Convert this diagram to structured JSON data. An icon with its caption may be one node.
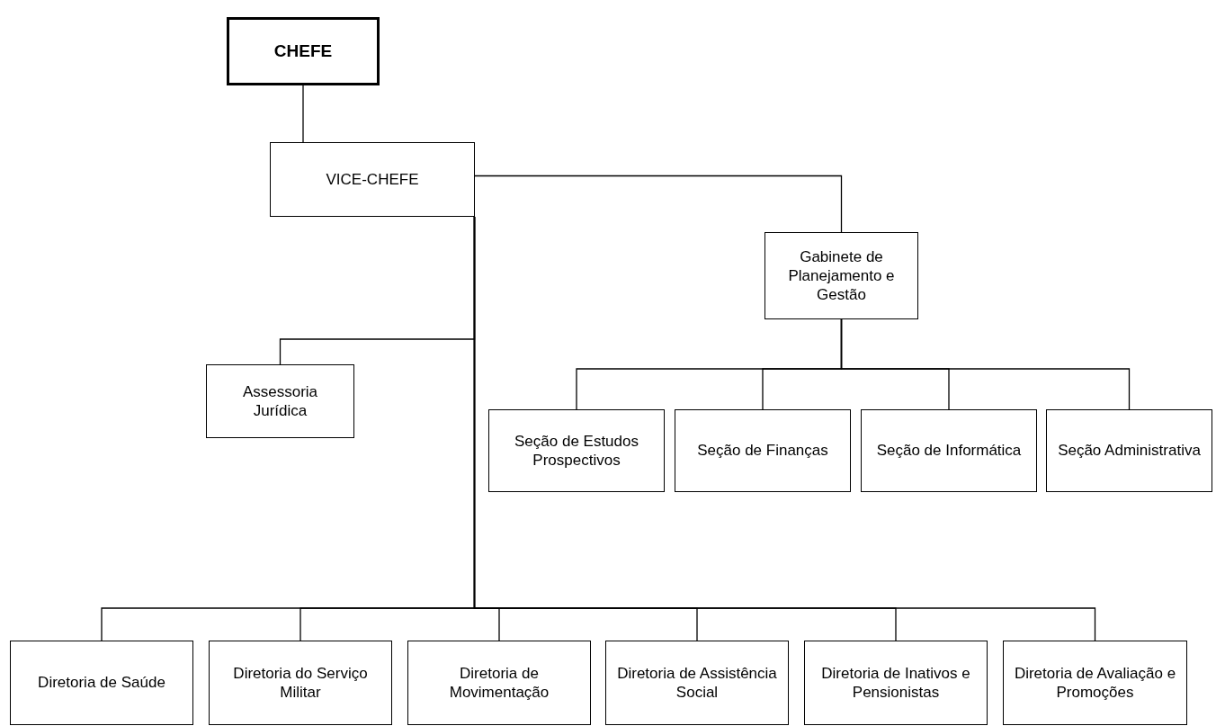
{
  "diagram": {
    "nodes": [
      {
        "text": [
          "CHEFE"
        ]
      },
      {
        "text": [
          "VICE-CHEFE"
        ]
      },
      {
        "text": [
          "Gabinete de Planejamento e Gestão"
        ]
      },
      {
        "text": [
          "Assessoria Jurídica"
        ]
      },
      {
        "text": [
          "Seção de Estudos Prospectivos"
        ]
      },
      {
        "text": [
          "Seção de Finanças"
        ]
      },
      {
        "text": [
          "Seção de Informática"
        ]
      },
      {
        "text": [
          "Seção Administrativa"
        ]
      },
      {
        "text": [
          "Diretoria de Saúde"
        ]
      },
      {
        "text": [
          "Diretoria do Serviço Militar"
        ]
      },
      {
        "text": [
          "Diretoria de Movimentação"
        ]
      },
      {
        "text": [
          "Diretoria de Assistência Social"
        ]
      },
      {
        "text": [
          "Diretoria de Inativos e Pensionistas"
        ]
      },
      {
        "text": [
          "Diretoria de Avaliação e Promoções"
        ]
      }
    ],
    "edges": [
      {
        "from": 0,
        "to": 1,
        "arrow": "none"
      },
      {
        "from": 1,
        "to": 2,
        "arrow": "none"
      },
      {
        "from": 1,
        "to": 3,
        "arrow": "none"
      },
      {
        "from": 2,
        "to": 4,
        "arrow": "none"
      },
      {
        "from": 2,
        "to": 5,
        "arrow": "none"
      },
      {
        "from": 2,
        "to": 6,
        "arrow": "none"
      },
      {
        "from": 2,
        "to": 7,
        "arrow": "none"
      },
      {
        "from": 1,
        "to": 8,
        "arrow": "none"
      },
      {
        "from": 1,
        "to": 9,
        "arrow": "none"
      },
      {
        "from": 1,
        "to": 10,
        "arrow": "none"
      },
      {
        "from": 1,
        "to": 11,
        "arrow": "none"
      },
      {
        "from": 1,
        "to": 12,
        "arrow": "none"
      },
      {
        "from": 1,
        "to": 13,
        "arrow": "none"
      }
    ]
  }
}
